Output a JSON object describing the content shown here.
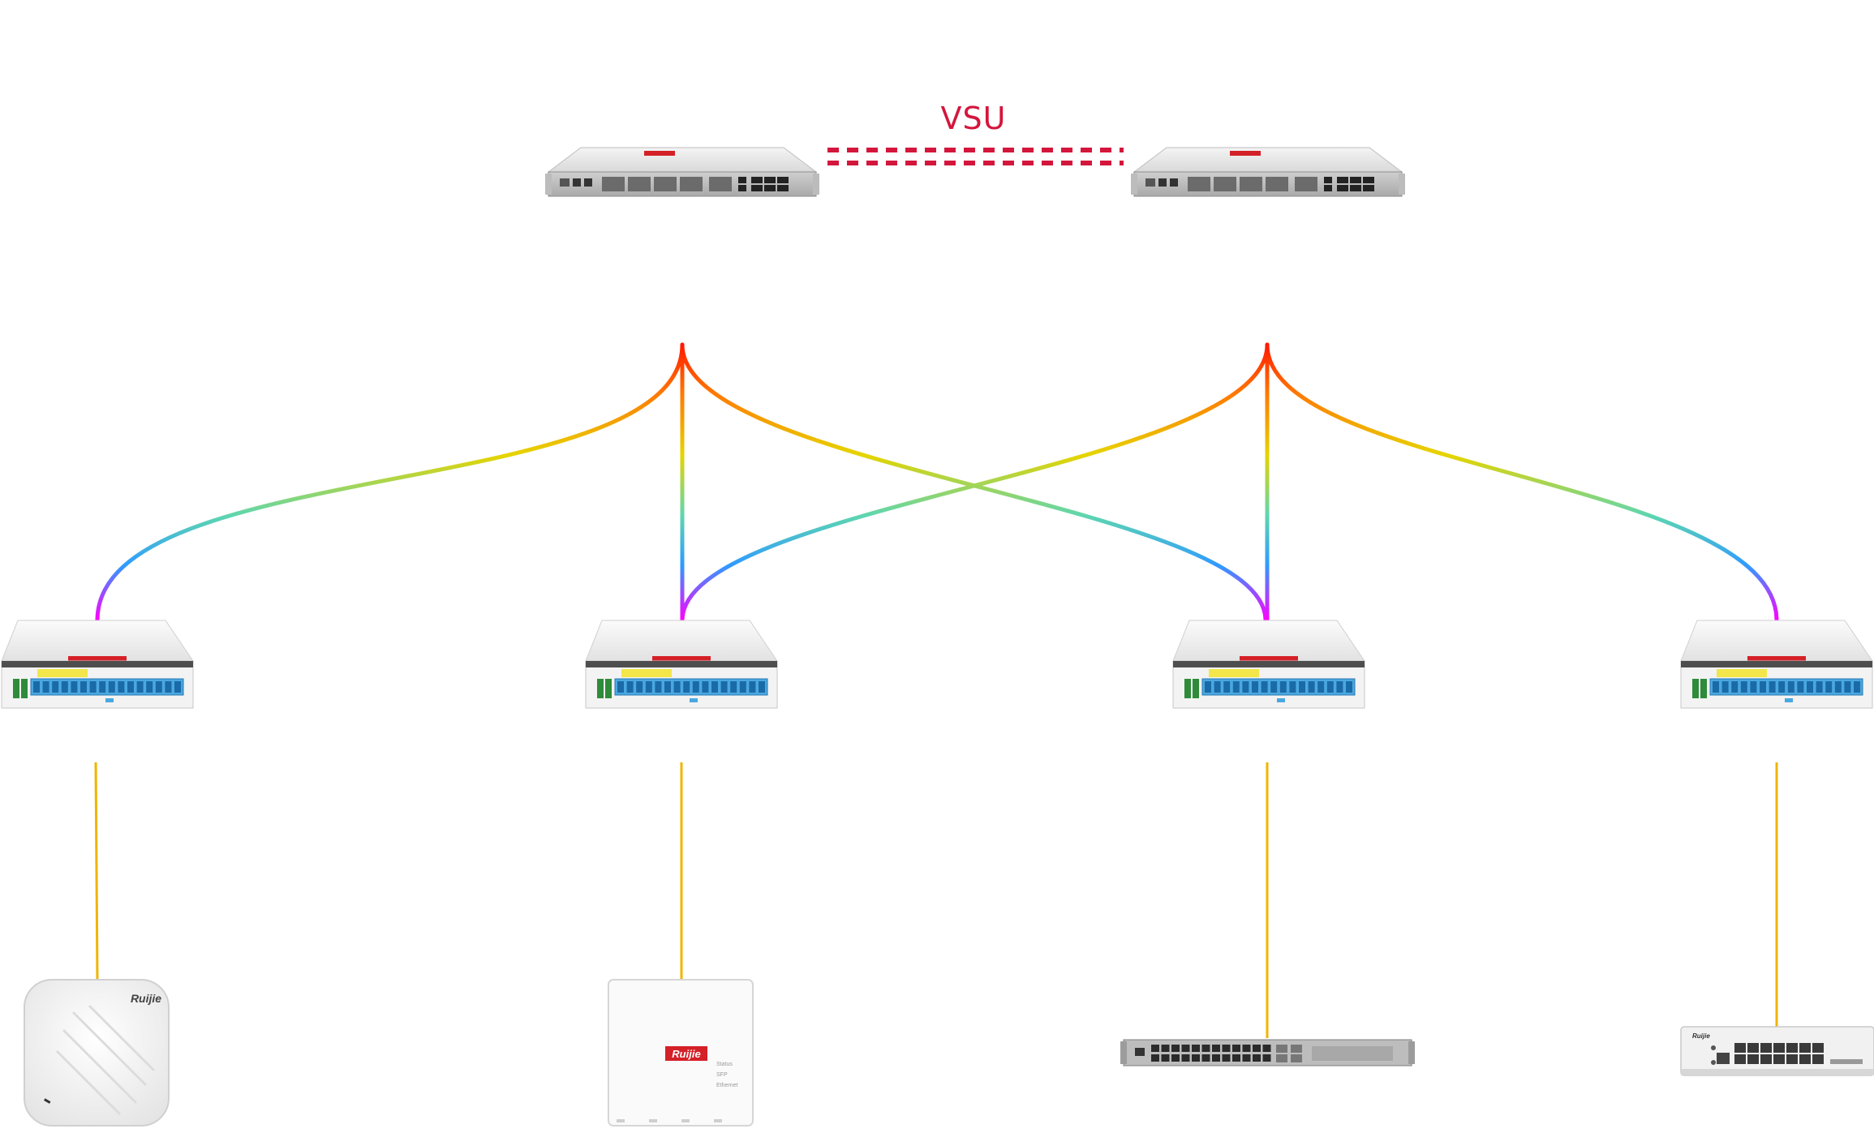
{
  "vsu_label": "VSU",
  "colors": {
    "vsu_link": "#d4163c",
    "access_link": "#f0b400",
    "fiber_top": "#ff1a00",
    "fiber_mid": "#2f9bff",
    "fiber_bottom": "#ff00ff"
  },
  "core_switches": [
    {
      "role": "core-switch-left",
      "logo_color": "#d42027"
    },
    {
      "role": "core-switch-right",
      "logo_color": "#d42027"
    }
  ],
  "splitters": [
    {
      "role": "optical-splitter-1"
    },
    {
      "role": "optical-splitter-2"
    },
    {
      "role": "optical-splitter-3"
    },
    {
      "role": "optical-splitter-4"
    }
  ],
  "end_devices": {
    "ceiling_ap": {
      "brand": "Ruijie"
    },
    "wall_ap": {
      "brand": "Ruijie",
      "status_lines": [
        "Status",
        "SFP",
        "Ethernet"
      ]
    },
    "rack_switch": {},
    "desktop_switch": {
      "brand": "Ruijie"
    }
  }
}
